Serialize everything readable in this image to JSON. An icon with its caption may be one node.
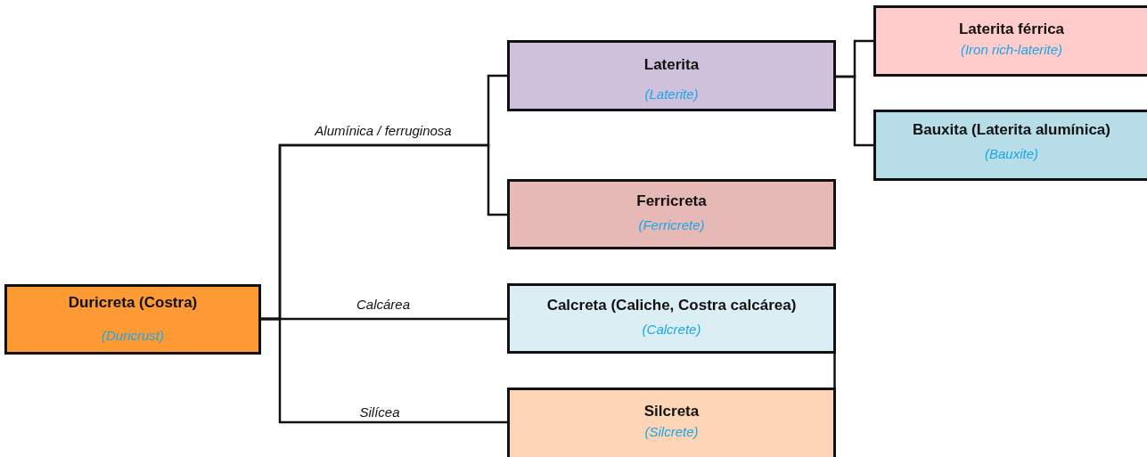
{
  "diagram": {
    "nodes": [
      {
        "text": [
          "Duricreta (Costra)",
          "(Duricrust)"
        ]
      },
      {
        "text": [
          "Laterita",
          "(Laterite)"
        ]
      },
      {
        "text": [
          "Ferricreta",
          "(Ferricrete)"
        ]
      },
      {
        "text": [
          "Calcreta (Caliche, Costra calcárea)",
          "(Calcrete)"
        ]
      },
      {
        "text": [
          "Silcreta",
          "(Silcrete)"
        ]
      },
      {
        "text": [
          "Laterita férrica",
          "(Iron rich-laterite)"
        ]
      },
      {
        "text": [
          "Bauxita (Laterita alumínica)",
          "(Bauxite)"
        ]
      }
    ],
    "edges": [
      {
        "from": 0,
        "to": 1,
        "arrow": "none",
        "label": "Alumínica / ferruginosa"
      },
      {
        "from": 0,
        "to": 2,
        "arrow": "none"
      },
      {
        "from": 0,
        "to": 3,
        "arrow": "none",
        "label": "Calcárea"
      },
      {
        "from": 0,
        "to": 4,
        "arrow": "none",
        "label": "Silícea"
      },
      {
        "from": 1,
        "to": 5,
        "arrow": "none"
      },
      {
        "from": 1,
        "to": 6,
        "arrow": "none"
      },
      {
        "from": 3,
        "to": 4,
        "arrow": "none"
      }
    ]
  }
}
